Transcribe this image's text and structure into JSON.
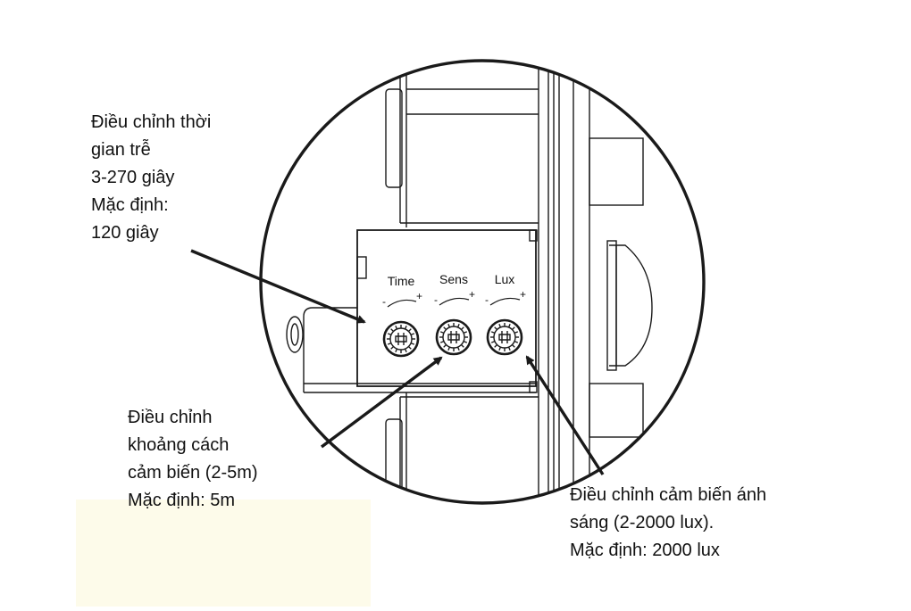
{
  "knobs": {
    "time": {
      "label": "Time",
      "minus": "-",
      "plus": "+"
    },
    "sens": {
      "label": "Sens",
      "minus": "-",
      "plus": "+"
    },
    "lux": {
      "label": "Lux",
      "minus": "-",
      "plus": "+"
    }
  },
  "notes": {
    "time": [
      "Điều chỉnh thời",
      "gian trễ",
      "3-270 giây",
      "Mặc định:",
      "120 giây"
    ],
    "sens": [
      "Điều chỉnh",
      "khoảng cách",
      "cảm biến (2-5m)",
      "Mặc định: 5m"
    ],
    "lux": [
      "Điều chỉnh cảm biến ánh",
      "sáng (2-2000 lux).",
      "Mặc định: 2000 lux"
    ]
  },
  "colors": {
    "line": "#1a1a1a",
    "background": "#ffffff",
    "faint_glow": "#fdfbea"
  }
}
